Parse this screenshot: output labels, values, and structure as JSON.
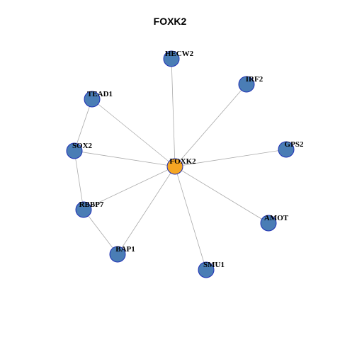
{
  "title": "FOXK2",
  "colors": {
    "center_node": "#f5a623",
    "neighbor_node": "#4a7db5",
    "node_border": "#1f2fb5",
    "edge": "#aaaaaa"
  },
  "nodes": [
    {
      "id": "FOXK2",
      "label": "FOXK2",
      "role": "center"
    },
    {
      "id": "HECW2",
      "label": "HECW2",
      "role": "neighbor"
    },
    {
      "id": "IRF2",
      "label": "IRF2",
      "role": "neighbor"
    },
    {
      "id": "TEAD1",
      "label": "TEAD1",
      "role": "neighbor"
    },
    {
      "id": "SOX2",
      "label": "SOX2",
      "role": "neighbor"
    },
    {
      "id": "GPS2",
      "label": "GPS2",
      "role": "neighbor"
    },
    {
      "id": "RBBP7",
      "label": "RBBP7",
      "role": "neighbor"
    },
    {
      "id": "AMOT",
      "label": "AMOT",
      "role": "neighbor"
    },
    {
      "id": "BAP1",
      "label": "BAP1",
      "role": "neighbor"
    },
    {
      "id": "SMU1",
      "label": "SMU1",
      "role": "neighbor"
    }
  ],
  "edges": [
    [
      "FOXK2",
      "HECW2"
    ],
    [
      "FOXK2",
      "IRF2"
    ],
    [
      "FOXK2",
      "TEAD1"
    ],
    [
      "FOXK2",
      "SOX2"
    ],
    [
      "FOXK2",
      "GPS2"
    ],
    [
      "FOXK2",
      "RBBP7"
    ],
    [
      "FOXK2",
      "AMOT"
    ],
    [
      "FOXK2",
      "BAP1"
    ],
    [
      "FOXK2",
      "SMU1"
    ],
    [
      "TEAD1",
      "SOX2"
    ],
    [
      "SOX2",
      "RBBP7"
    ],
    [
      "RBBP7",
      "BAP1"
    ]
  ]
}
